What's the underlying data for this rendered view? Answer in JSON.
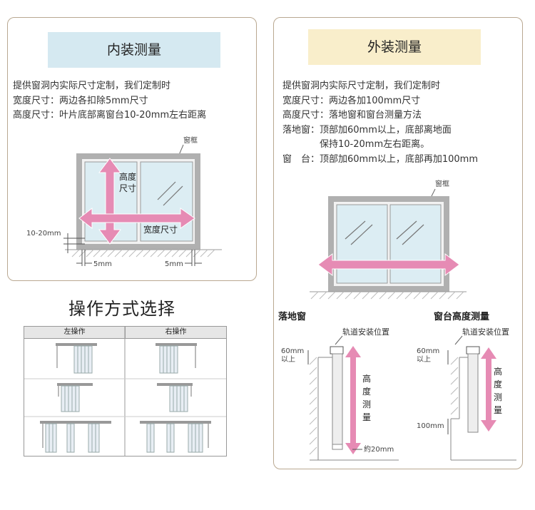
{
  "inner": {
    "heading": "内装测量",
    "lines": [
      "提供窗洞内实际尺寸定制，我们定制时",
      "宽度尺寸：两边各扣除5mm尺寸",
      "高度尺寸：叶片底部离窗台10-20mm左右距离"
    ],
    "frame_label": "窗框",
    "height_label_1": "高度",
    "height_label_2": "尺寸",
    "width_label": "宽度尺寸",
    "gap_label": "10-20mm",
    "side_left": "5mm",
    "side_right": "5mm"
  },
  "outer": {
    "heading": "外装测量",
    "lines": [
      "提供窗洞内实际尺寸定制，我们定制时",
      "宽度尺寸：两边各加100mm尺寸",
      "高度尺寸：落地窗和窗台测量方法",
      "落地窗：顶部加60mm以上，底部离地面",
      "　　　　保持10-20mm左右距离。",
      "窗　台：顶部加60mm以上，底部再加100mm"
    ],
    "frame_label": "窗框",
    "floor_title": "落地窗",
    "sill_title": "窗台高度测量",
    "track_label": "轨道安装位置",
    "top_gap": "60mm",
    "top_gap_note": "以上",
    "height_chars": [
      "高",
      "度",
      "测",
      "量"
    ],
    "floor_gap": "約20mm",
    "sill_gap": "100mm"
  },
  "operation": {
    "title": "操作方式选择",
    "left_label": "左操作",
    "right_label": "右操作"
  },
  "colors": {
    "pink": "#e68bb4",
    "frame": "#b0b0b0",
    "glass": "#dcedf3",
    "border": "#b9a891"
  }
}
